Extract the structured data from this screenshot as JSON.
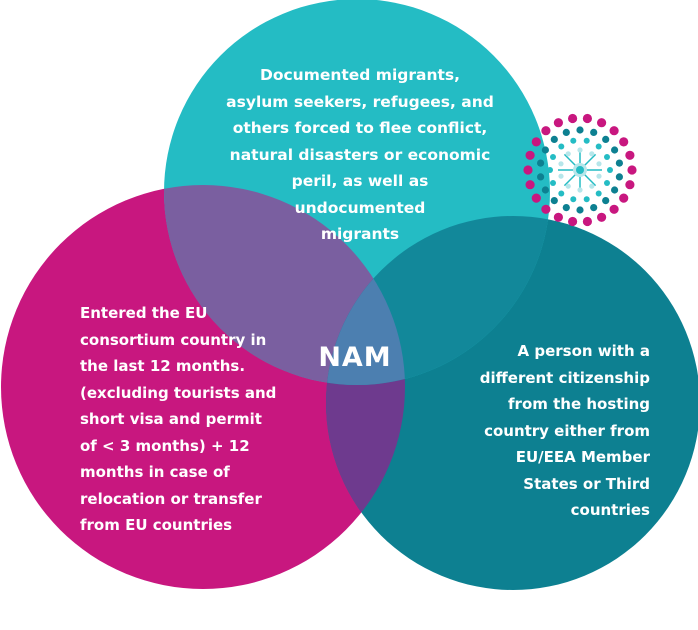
{
  "circles": {
    "top": {
      "color": "#24bcc4",
      "lines": [
        "Documented migrants,",
        "asylum seekers, refugees, and",
        "others forced to flee conflict,",
        "natural disasters or economic",
        "peril, as well as",
        "undocumented",
        "migrants"
      ]
    },
    "left": {
      "color": "#c8177f",
      "lines": [
        "Entered the EU",
        "consortium country in",
        "the last 12 months.",
        "(excluding tourists and",
        "short visa and permit",
        "of < 3 months) + 12",
        "months in case of",
        "relocation or transfer",
        "from EU countries"
      ]
    },
    "right": {
      "color": "#0d8091",
      "lines": [
        "A person with a",
        "different citizenship",
        "from the hosting",
        "country either from",
        "EU/EEA Member",
        "States or Third",
        "countries"
      ]
    }
  },
  "center_label": "NAM",
  "overlap_colors": {
    "left_top": "#7a5fa0",
    "top_right": "#12889a",
    "left_right": "#6e3a8e",
    "center": "#4c7fb0"
  },
  "logo": {
    "icon": "dotted-molecule-logo",
    "colors": [
      "#c8177f",
      "#24bcc4",
      "#0d8091",
      "#b6e6ea"
    ]
  }
}
